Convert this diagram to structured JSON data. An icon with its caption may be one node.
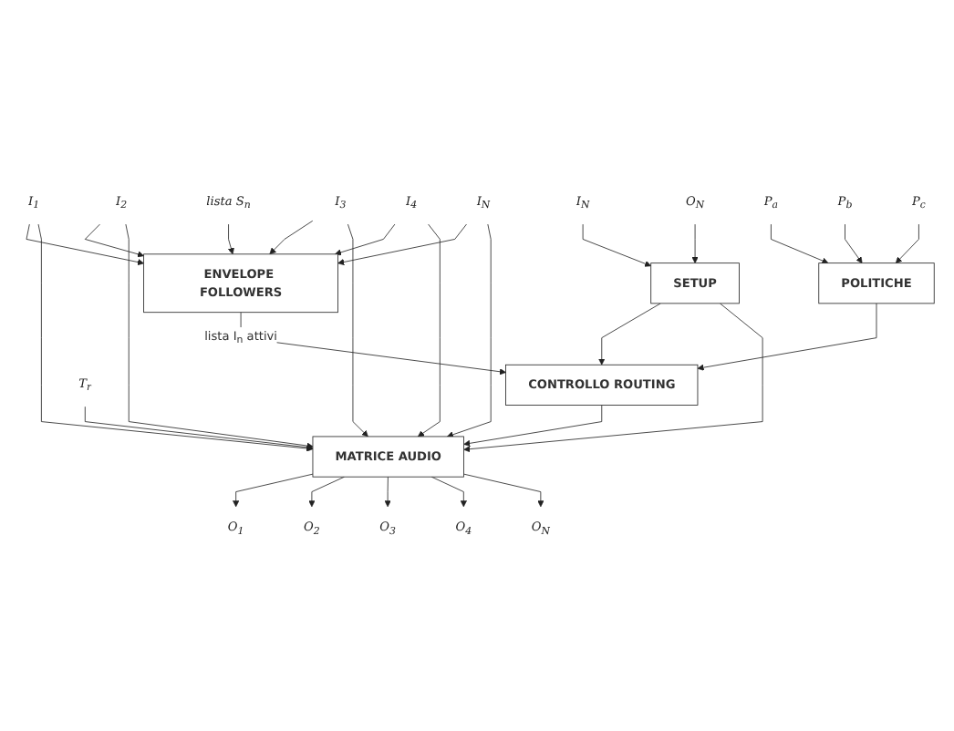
{
  "diagram": {
    "nodes": [
      {
        "text": [
          "lista S$_{n}$"
        ]
      },
      {
        "text": [
          "I$_{1}$"
        ]
      },
      {
        "text": [
          "I$_{2}$"
        ]
      },
      {
        "text": [
          "I$_{3}$"
        ]
      },
      {
        "text": [
          "I$_{4}$"
        ]
      },
      {
        "text": [
          "I$_{N}$"
        ]
      },
      {
        "text": [
          "P$_{a}$"
        ]
      },
      {
        "text": [
          "P$_{b}$"
        ]
      },
      {
        "text": [
          "P$_{c}$"
        ]
      },
      {
        "text": [
          "I$_{N}$"
        ]
      },
      {
        "text": [
          "O$_{N}$"
        ]
      },
      {
        "text": [
          "ENVELOPE FOLLOWERS"
        ]
      },
      {
        "text": [
          "POLITICHE"
        ]
      },
      {
        "text": [
          "SETUP"
        ]
      },
      {
        "text": [
          "CONTROLLO ROUTING"
        ]
      },
      {
        "text": [
          "T$_{r}$"
        ]
      },
      {
        "text": [
          "MATRICE AUDIO"
        ]
      },
      {
        "text": [
          "O$_{1}$"
        ]
      },
      {
        "text": [
          "O$_{2}$"
        ]
      },
      {
        "text": [
          "O$_{3}$"
        ]
      },
      {
        "text": [
          "O$_{4}$"
        ]
      },
      {
        "text": [
          "O$_{N}$"
        ]
      }
    ],
    "edges": [
      {
        "from": 0,
        "to": 11,
        "arrow": "to"
      },
      {
        "from": 1,
        "to": 11,
        "arrow": "to"
      },
      {
        "from": 2,
        "to": 11,
        "arrow": "to"
      },
      {
        "from": 3,
        "to": 11,
        "arrow": "to"
      },
      {
        "from": 4,
        "to": 11,
        "arrow": "to"
      },
      {
        "from": 5,
        "to": 11,
        "arrow": "to"
      },
      {
        "from": 1,
        "to": 16,
        "arrow": "to"
      },
      {
        "from": 2,
        "to": 16,
        "arrow": "to"
      },
      {
        "from": 3,
        "to": 16,
        "arrow": "to"
      },
      {
        "from": 4,
        "to": 16,
        "arrow": "to"
      },
      {
        "from": 5,
        "to": 16,
        "arrow": "to"
      },
      {
        "from": 6,
        "to": 12,
        "arrow": "to"
      },
      {
        "from": 7,
        "to": 12,
        "arrow": "to"
      },
      {
        "from": 8,
        "to": 12,
        "arrow": "to"
      },
      {
        "from": 9,
        "to": 13,
        "arrow": "to"
      },
      {
        "from": 10,
        "to": 13,
        "arrow": "to"
      },
      {
        "from": 11,
        "to": 14,
        "label": "lista I$_{n}$ attivi",
        "arrow": "to"
      },
      {
        "from": 12,
        "to": 14,
        "arrow": "to"
      },
      {
        "from": 13,
        "to": 14,
        "arrow": "to"
      },
      {
        "from": 13,
        "to": 16,
        "arrow": "to"
      },
      {
        "from": 14,
        "to": 16,
        "arrow": "to"
      },
      {
        "from": 15,
        "to": 16,
        "arrow": "to"
      },
      {
        "from": 16,
        "to": 17,
        "arrow": "to"
      },
      {
        "from": 16,
        "to": 18,
        "arrow": "to"
      },
      {
        "from": 16,
        "to": 19,
        "arrow": "to"
      },
      {
        "from": 16,
        "to": 20,
        "arrow": "to"
      },
      {
        "from": 16,
        "to": 21,
        "arrow": "to"
      }
    ]
  }
}
